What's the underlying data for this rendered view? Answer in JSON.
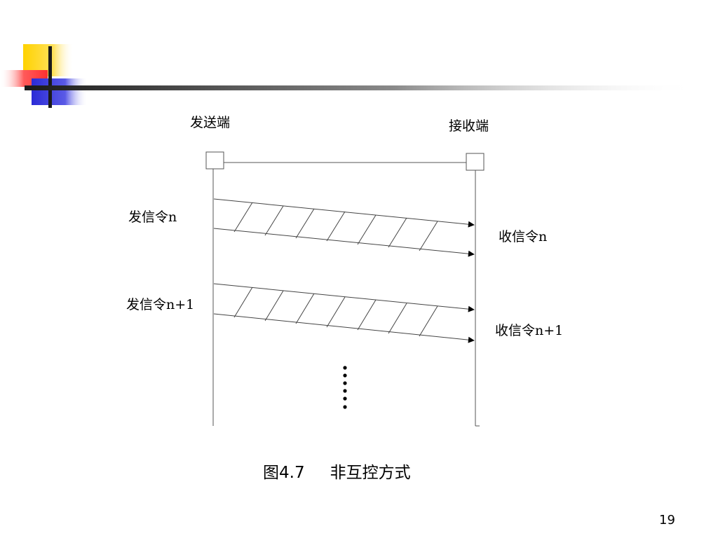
{
  "diagram": {
    "sender_label": "发送端",
    "receiver_label": "接收端",
    "messages": [
      {
        "send_label": "发信令n",
        "receive_label": "收信令n"
      },
      {
        "send_label": "发信令n+1",
        "receive_label": "收信令n+1"
      }
    ]
  },
  "caption": {
    "figure_number": "图4.7",
    "title": "非互控方式"
  },
  "page_number": "19",
  "colors": {
    "decoration_yellow": "#ffd200",
    "decoration_red": "#ff4040",
    "decoration_blue": "#2b2bd6",
    "line": "#000000",
    "grid": "#808080"
  }
}
